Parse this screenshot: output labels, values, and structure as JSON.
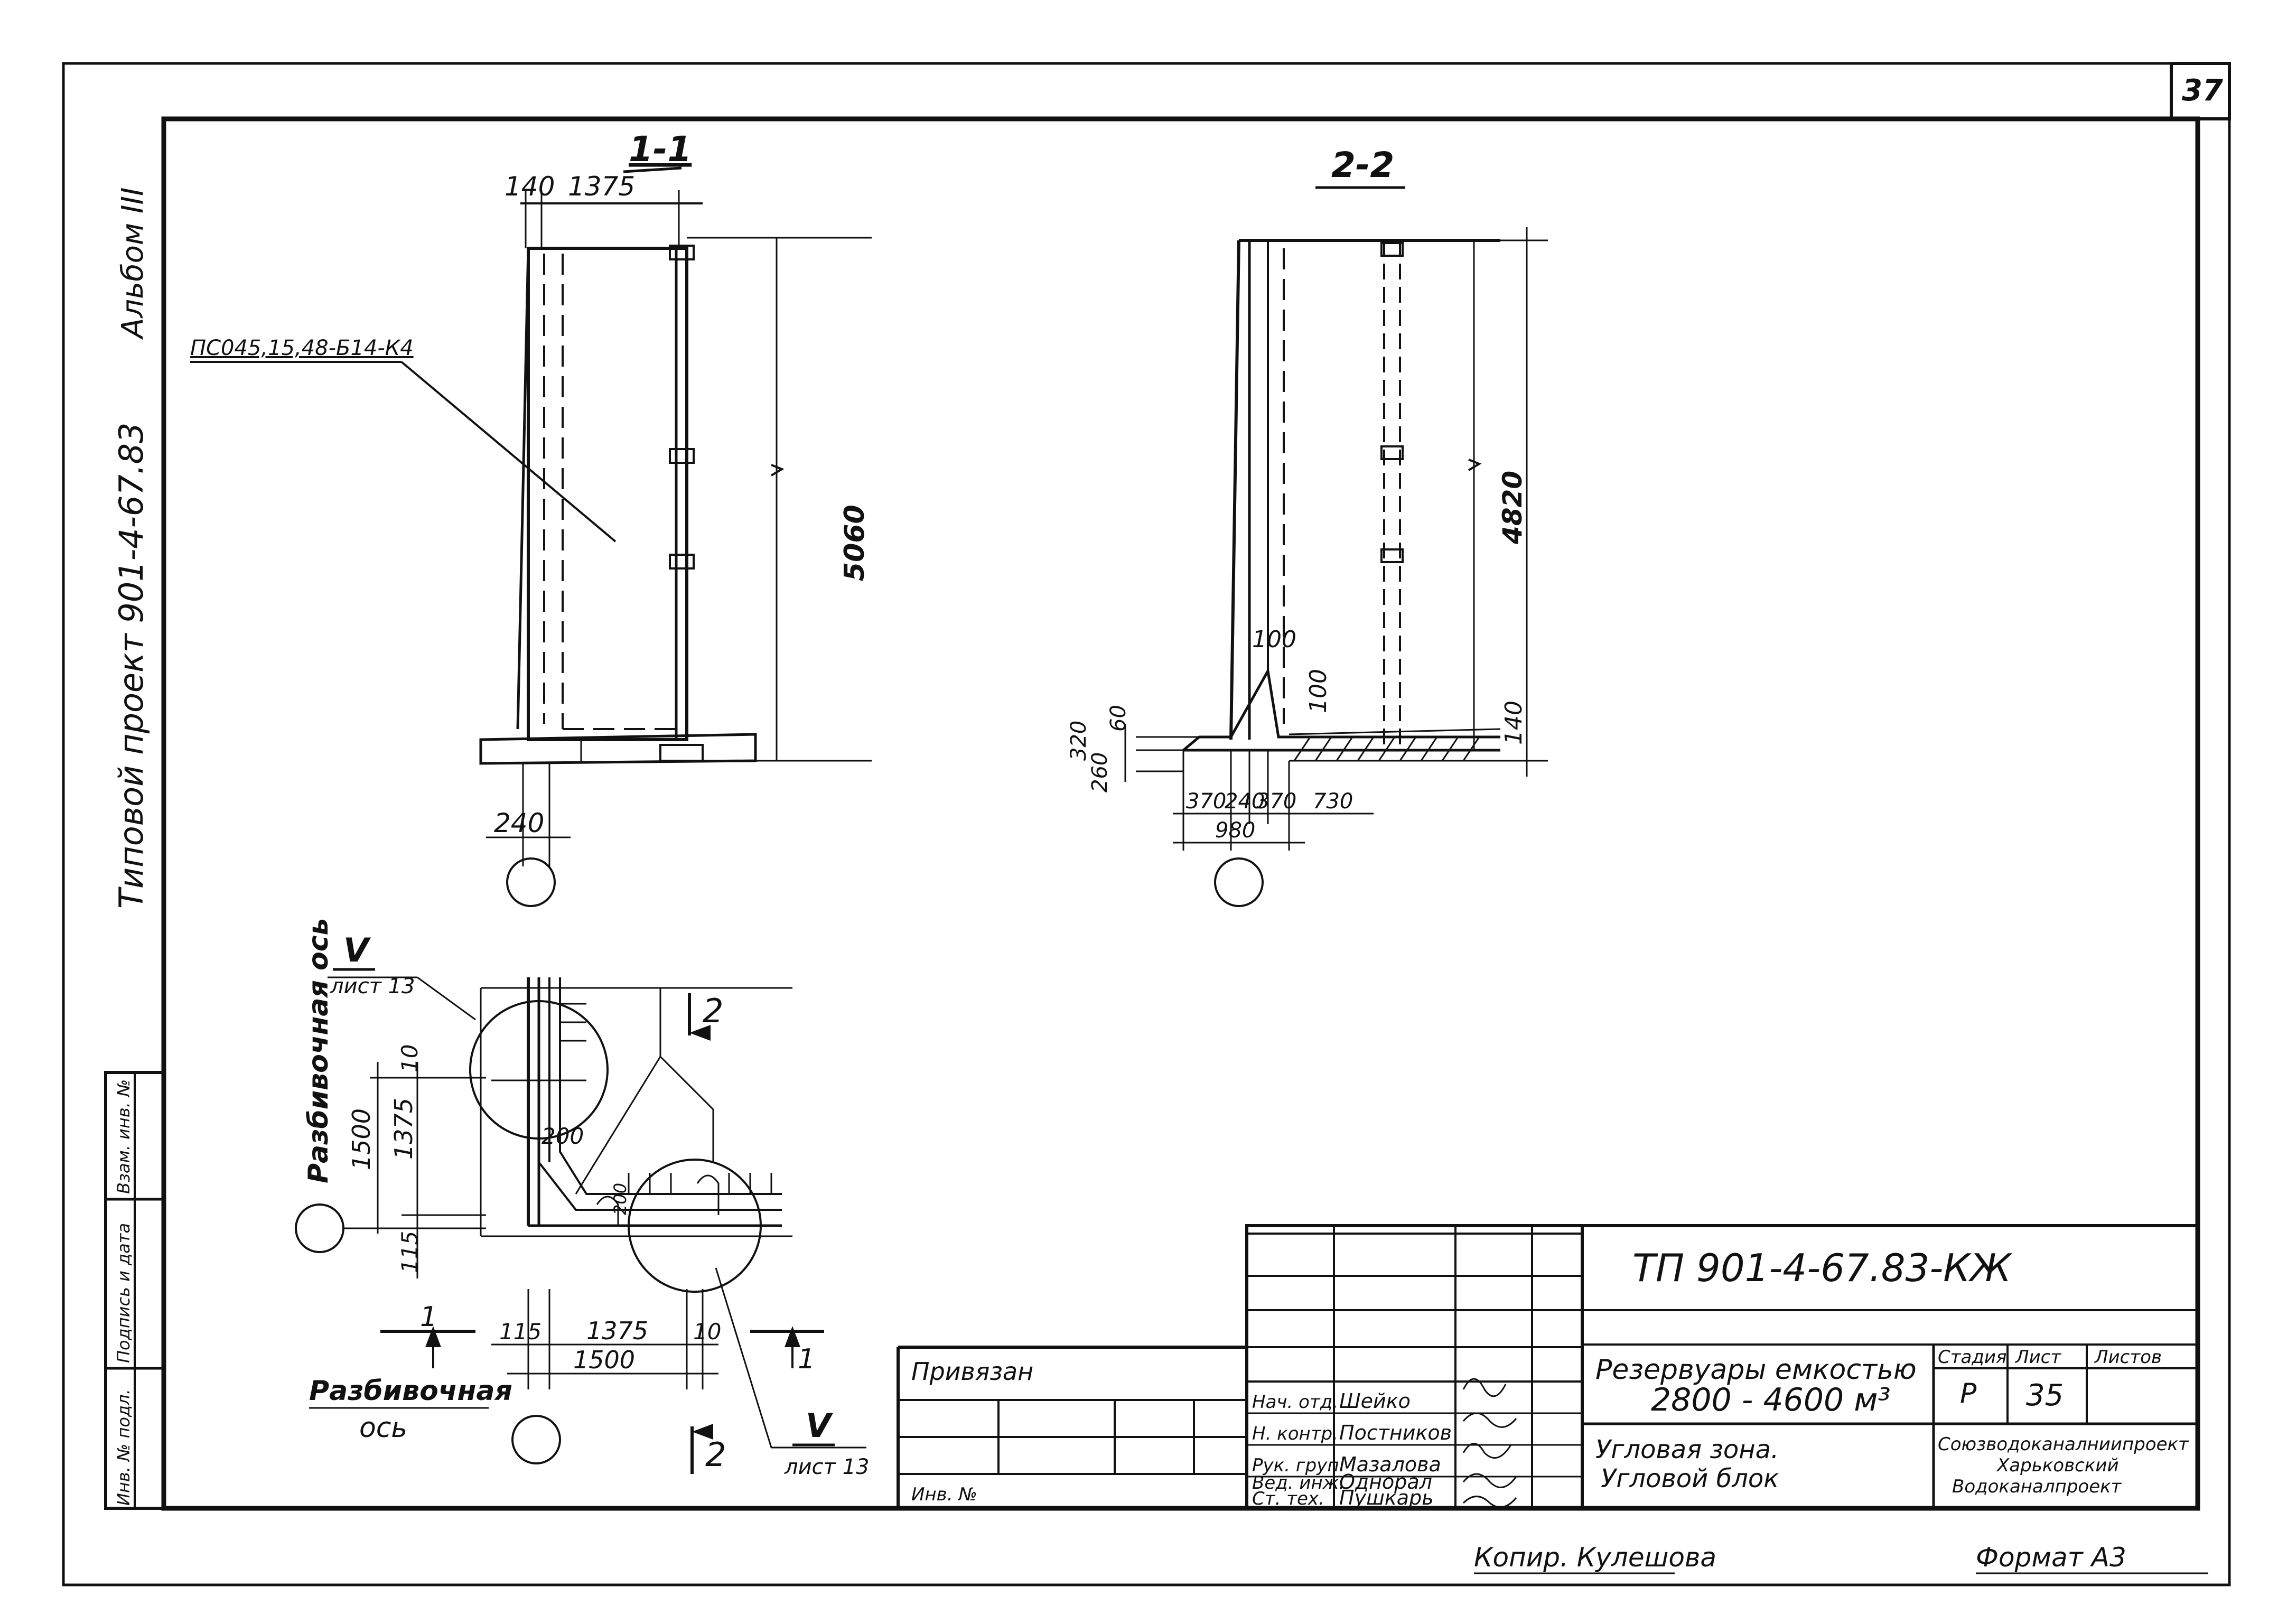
{
  "sheet": {
    "page_number": "37",
    "album": "Альбом III",
    "project": "Типовой проект 901-4-67.83",
    "copied_by": "Копир. Кулешова",
    "format": "Формат А3"
  },
  "side_stamp": {
    "col1": "Инв. № подл.",
    "col2": "Подпись и дата",
    "col3": "Взам. инв. №"
  },
  "section_1_1": {
    "title": "1-1",
    "dim_top_1": "140",
    "dim_top_2": "1375",
    "dim_height": "5060",
    "dim_bottom": "240",
    "panel_mark": "ПС045,15,48-Б14-К4"
  },
  "section_2_2": {
    "title": "2-2",
    "dim_height": "4820",
    "dim_100_a": "100",
    "dim_100_b": "100",
    "dim_140": "140",
    "dim_320": "320",
    "dim_60": "60",
    "dim_260": "260",
    "dim_370_a": "370",
    "dim_240": "240",
    "dim_370_b": "370",
    "dim_730": "730",
    "dim_980": "980"
  },
  "plan": {
    "callout_v_top": "V",
    "callout_sheet_top": "лист 13",
    "axis_label_vertical": "Разбивочная ось",
    "dim_10_top": "10",
    "dim_1500_v": "1500",
    "dim_1375_v": "1375",
    "dim_115_v": "115",
    "dim_200": "200",
    "dim_200_b": "200",
    "dim_115_h": "115",
    "dim_1375_h": "1375",
    "dim_10_h": "10",
    "dim_1500_h": "1500",
    "cut_2_top": "2",
    "cut_2_bottom": "2",
    "cut_1_left": "1",
    "cut_1_right": "1",
    "axis_label_line1": "Разбивочная",
    "axis_label_line2": "ось",
    "callout_v_bottom": "V",
    "callout_sheet_bottom": "лист 13"
  },
  "title_block": {
    "privyazan": "Привязан",
    "inv_no": "Инв. №",
    "code": "ТП 901-4-67.83-КЖ",
    "title_line1": "Резервуары емкостью",
    "title_line2": "2800 - 4600 м³",
    "subtitle_line1": "Угловая зона.",
    "subtitle_line2": "Угловой блок",
    "stage_label": "Стадия",
    "sheet_label": "Лист",
    "sheets_label": "Листов",
    "stage_value": "Р",
    "sheet_value": "35",
    "org_line1": "Союзводоканалниипроект",
    "org_line2": "Харьковский",
    "org_line3": "Водоканалпроект",
    "roles": [
      {
        "role": "Нач. отд.",
        "name": "Шейко"
      },
      {
        "role": "Н. контр.",
        "name": "Постников"
      },
      {
        "role": "Рук. груп.",
        "name": "Мазалова"
      },
      {
        "role": "Вед. инж.",
        "name": "Однорал"
      },
      {
        "role": "Ст. тех.",
        "name": "Пушкарь"
      }
    ]
  }
}
